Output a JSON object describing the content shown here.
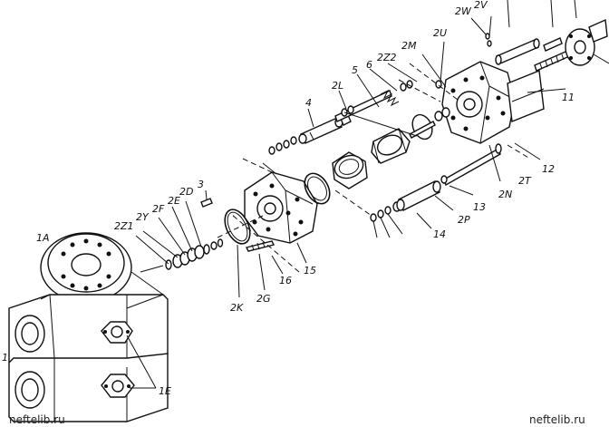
{
  "watermarks": {
    "left": "neftelib.ru",
    "right": "neftelib.ru"
  },
  "callouts": {
    "c1A": "1A",
    "c1": "1",
    "c1E": "1E",
    "c2Z1": "2Z1",
    "c2Y": "2Y",
    "c2F": "2F",
    "c2E": "2E",
    "c2D": "2D",
    "c3": "3",
    "c2K": "2K",
    "c2G": "2G",
    "c16": "16",
    "c15": "15",
    "c4": "4",
    "c2L": "2L",
    "c5": "5",
    "c6": "6",
    "c2Z2": "2Z2",
    "c2M": "2M",
    "c2U": "2U",
    "c2W": "2W",
    "c2V": "2V",
    "c11": "11",
    "c12": "12",
    "c2T": "2T",
    "c2N": "2N",
    "c13": "13",
    "c2P": "2P",
    "c14": "14"
  }
}
